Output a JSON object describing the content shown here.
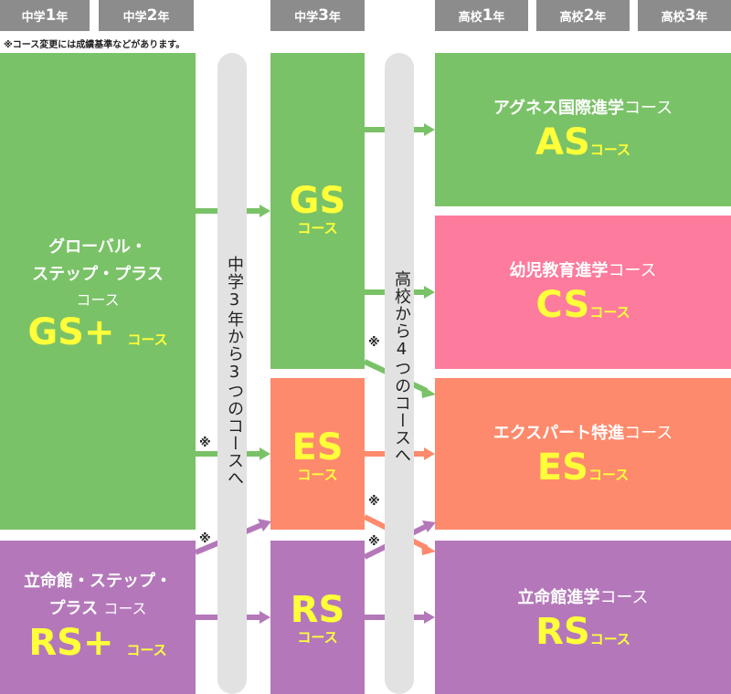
{
  "header": {
    "tabs": [
      {
        "prefix": "中学",
        "num": "1",
        "suffix": "年"
      },
      {
        "prefix": "中学",
        "num": "2",
        "suffix": "年"
      },
      {
        "prefix": "中学",
        "num": "3",
        "suffix": "年"
      },
      {
        "prefix": "高校",
        "num": "1",
        "suffix": "年"
      },
      {
        "prefix": "高校",
        "num": "2",
        "suffix": "年"
      },
      {
        "prefix": "高校",
        "num": "3",
        "suffix": "年"
      }
    ],
    "note": "※コース変更には成績基準などがあります。"
  },
  "pillars": {
    "left": "中学3年から3つのコースへ",
    "right": "高校から4つのコースへ"
  },
  "junior": {
    "gs_plus": {
      "line1": "グローバル・",
      "line2": "ステップ・プラス",
      "line3": "コース",
      "code": "GS+",
      "suffix": "コース"
    },
    "rs_plus": {
      "line1": "立命館・ステップ・",
      "line2": "プラス",
      "line2b": "コース",
      "code": "RS+",
      "suffix": "コース"
    }
  },
  "middle3": {
    "gs": {
      "code": "GS",
      "suffix": "コース"
    },
    "es": {
      "code": "ES",
      "suffix": "コース"
    },
    "rs": {
      "code": "RS",
      "suffix": "コース"
    }
  },
  "high": {
    "as": {
      "name": "アグネス国際進学",
      "tail": "コース",
      "code": "AS",
      "suffix": "コース"
    },
    "cs": {
      "name": "幼児教育進学",
      "tail": "コース",
      "code": "CS",
      "suffix": "コース"
    },
    "es": {
      "name": "エクスパート特進",
      "tail": "コース",
      "code": "ES",
      "suffix": "コース"
    },
    "rs": {
      "name": "立命館進学",
      "tail": "コース",
      "code": "RS",
      "suffix": "コース"
    }
  },
  "marks": {
    "asterisk": "※"
  },
  "colors": {
    "green": "#7ac267",
    "pink": "#fd7b9c",
    "orange": "#fd8a6c",
    "purple": "#b478ba",
    "yellow": "#ffff3a",
    "tab": "#8c8c8c",
    "pillar": "#e2e2e2"
  }
}
